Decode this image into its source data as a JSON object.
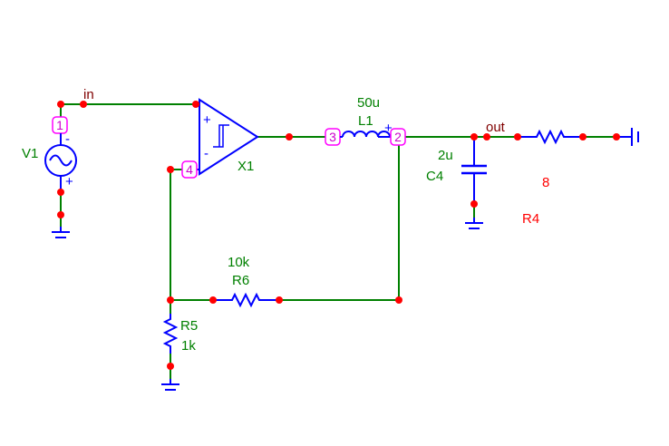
{
  "colors": {
    "wire": "#008000",
    "component": "#0000ff",
    "node": "#ff0000",
    "label": "#008000",
    "net_label": "#800000",
    "pin": "#cc00cc",
    "highlight": "#ff0000"
  },
  "nets": {
    "input": "in",
    "output": "out"
  },
  "components": {
    "v1": {
      "ref": "V1",
      "pin_top": "1",
      "plus": "+",
      "minus": "-"
    },
    "x1": {
      "ref": "X1",
      "plus": "+",
      "minus": "-",
      "pin_inv": "4"
    },
    "l1": {
      "ref": "L1",
      "value": "50u",
      "pin1": "3",
      "pin2": "2",
      "plus": "+"
    },
    "c4": {
      "ref": "C4",
      "value": "2u"
    },
    "r4": {
      "ref": "R4",
      "value": "8"
    },
    "r5": {
      "ref": "R5",
      "value": "1k"
    },
    "r6": {
      "ref": "R6",
      "value": "10k"
    }
  }
}
